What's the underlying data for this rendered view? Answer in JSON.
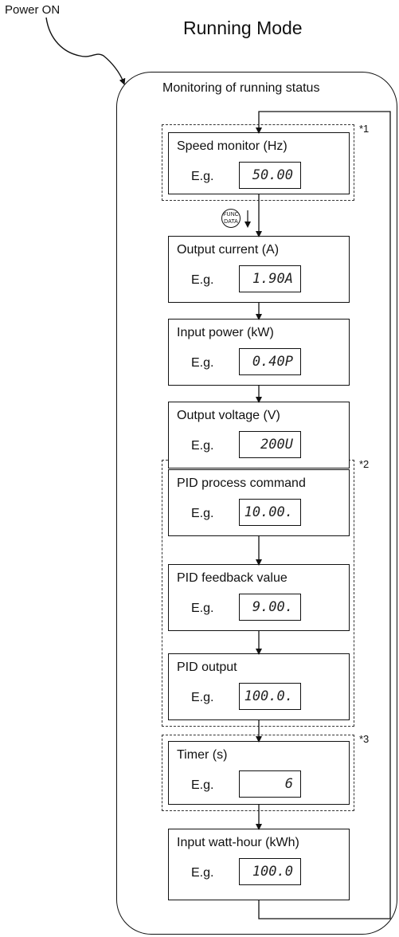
{
  "power_on_label": "Power ON",
  "mode_title": "Running Mode",
  "mode_subtitle": "Monitoring of running status",
  "func_key": {
    "top": "FUNC",
    "bottom": "DATA"
  },
  "group_notes": [
    "*1",
    "*2",
    "*3"
  ],
  "eg_label": "E.g.",
  "steps": [
    {
      "title": "Speed monitor (Hz)",
      "display": "50.00"
    },
    {
      "title": "Output current (A)",
      "display": "1.90A"
    },
    {
      "title": "Input power (kW)",
      "display": "0.40P"
    },
    {
      "title": "Output voltage (V)",
      "display": "200U"
    },
    {
      "title": "PID process command",
      "display": "10.00."
    },
    {
      "title": "PID feedback value",
      "display": "9.00."
    },
    {
      "title": "PID output",
      "display": "100.0."
    },
    {
      "title": "Timer (s)",
      "display": "6"
    },
    {
      "title": "Input watt-hour (kWh)",
      "display": "100.0"
    }
  ]
}
